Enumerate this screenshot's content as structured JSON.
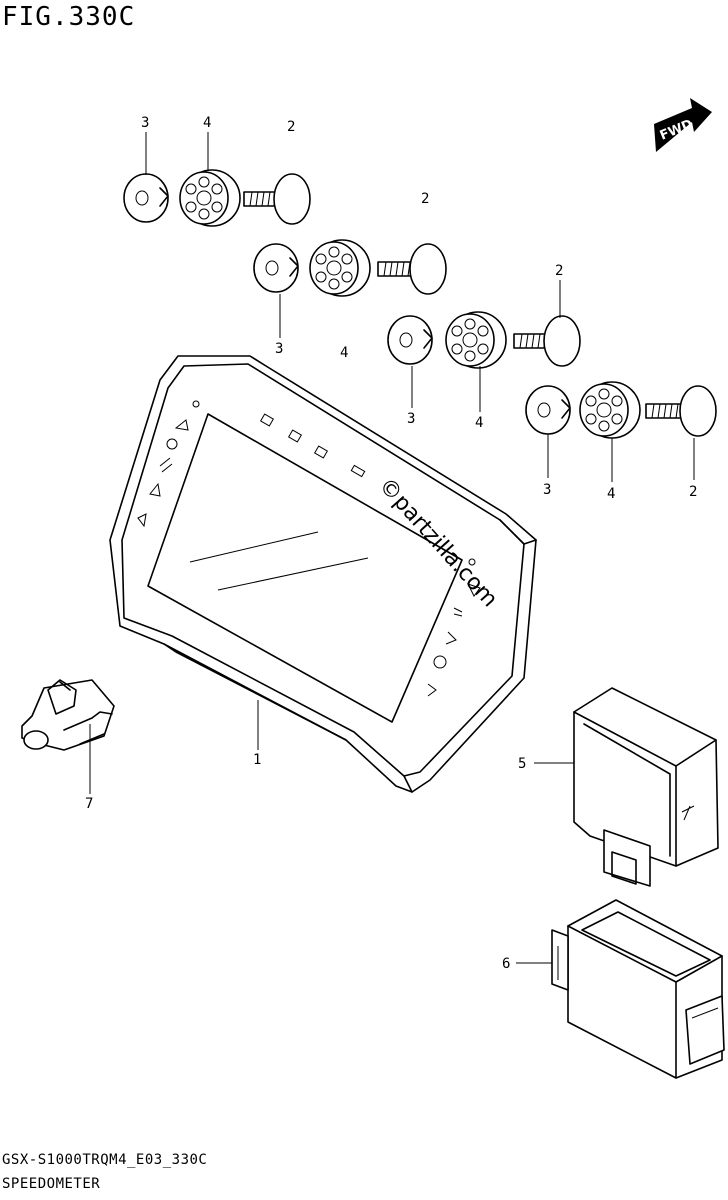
{
  "header": {
    "fig_title": "FIG.330C"
  },
  "fwd_badge": {
    "label": "FWD"
  },
  "watermark": {
    "text": "©partzilla.com"
  },
  "callouts": {
    "grommet_a": "4",
    "washer_a": "3",
    "bolt_a": "2",
    "bolt_b": "2",
    "washer_b": "3",
    "grommet_b": "4",
    "bolt_c": "2",
    "washer_c": "3",
    "grommet_c": "4",
    "washer_d": "3",
    "grommet_d": "4",
    "bolt_d": "2",
    "speedometer": "1",
    "sensor": "7",
    "module": "5",
    "case": "6"
  },
  "footer": {
    "model_code": "GSX-S1000TRQM4_E03_330C",
    "caption": "SPEEDOMETER"
  }
}
